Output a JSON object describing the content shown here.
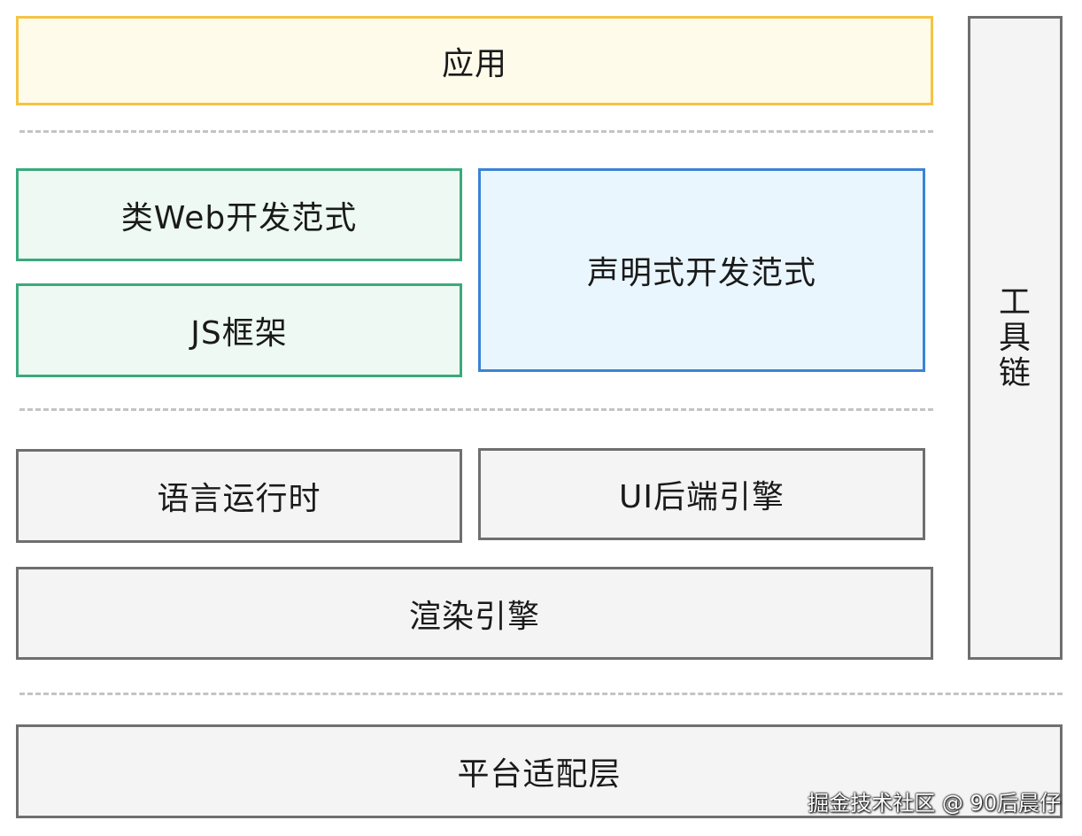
{
  "layers": {
    "app": "应用",
    "web_paradigm": "类Web开发范式",
    "js_framework": "JS框架",
    "declarative_paradigm": "声明式开发范式",
    "language_runtime": "语言运行时",
    "ui_backend_engine": "UI后端引擎",
    "render_engine": "渲染引擎",
    "platform_adaptation": "平台适配层"
  },
  "toolchain": [
    "工",
    "具",
    "链"
  ],
  "watermark": "掘金技术社区 @ 90后晨仔",
  "colors": {
    "app_border": "#f6c343",
    "web_border": "#3aa97c",
    "declarative_border": "#3b83d6",
    "gray_border": "#6f6f6f"
  }
}
